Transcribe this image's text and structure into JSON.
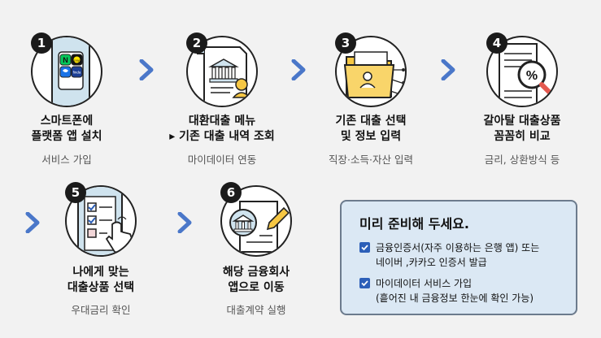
{
  "colors": {
    "background": "#f2f2f2",
    "badge": "#1b1b1b",
    "arrow": "#4a77c9",
    "panel_bg": "#dbe8f4",
    "checkbox": "#2c5fb8",
    "accent_yellow": "#f6c744"
  },
  "steps": [
    {
      "number": "1",
      "icon": "smartphone-apps-icon",
      "title_line1": "스마트폰에",
      "title_line2": "플랫폼 앱 설치",
      "subtitle": "서비스 가입",
      "app_labels": [
        "N",
        "pay",
        "",
        "finda"
      ]
    },
    {
      "number": "2",
      "icon": "bank-document-icon",
      "title_line1": "대환대출 메뉴",
      "title_line2": "▸ 기존 대출 내역 조회",
      "subtitle": "마이데이터 연동"
    },
    {
      "number": "3",
      "icon": "folder-user-icon",
      "title_line1": "기존 대출 선택",
      "title_line2": "및 정보 입력",
      "subtitle": "직장·소득·자산 입력"
    },
    {
      "number": "4",
      "icon": "percent-magnifier-icon",
      "title_line1": "갈아탈 대출상품",
      "title_line2": "꼼꼼히 비교",
      "subtitle": "금리, 상환방식 등",
      "icon_symbol": "%"
    },
    {
      "number": "5",
      "icon": "checklist-tap-icon",
      "title_line1": "나에게 맞는",
      "title_line2": "대출상품 선택",
      "subtitle": "우대금리 확인"
    },
    {
      "number": "6",
      "icon": "bank-contract-pen-icon",
      "title_line1": "해당 금융회사",
      "title_line2": "앱으로 이동",
      "subtitle": "대출계약 실행"
    }
  ],
  "prepare_panel": {
    "title": "미리 준비해 두세요.",
    "items": [
      {
        "line1": "금융인증서(자주 이용하는 은행 앱) 또는",
        "line2": "네이버 ,카카오 인증서 발급"
      },
      {
        "line1": "마이데이터 서비스 가입",
        "line2": "(흩어진 내 금융정보 한눈에 확인 가능)"
      }
    ]
  }
}
